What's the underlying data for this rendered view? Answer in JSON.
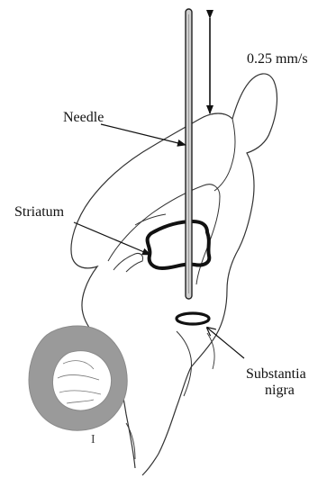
{
  "labels": {
    "speed": "0.25 mm/s",
    "needle": "Needle",
    "striatum": "Striatum",
    "substantia_line1": "Substantia",
    "substantia_line2": "nigra",
    "scale_mark": "I"
  },
  "colors": {
    "outline": "#333333",
    "structure_outline": "#111111",
    "needle_fill": "#cfcfcf",
    "gray_mass": "#9a9a9a",
    "background": "#ffffff"
  }
}
